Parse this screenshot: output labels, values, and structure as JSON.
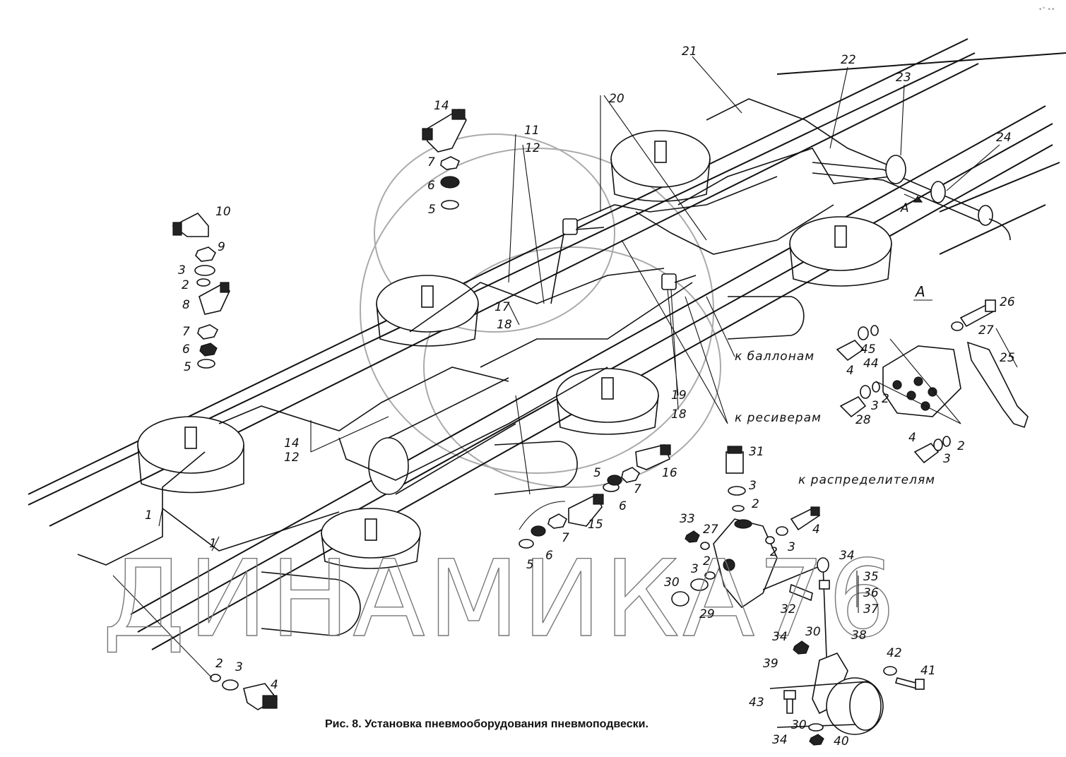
{
  "caption": "Рис. 8. Установка пневмооборудования пневмоподвески.",
  "watermark": "ДИНАМИКА76",
  "corner_mark": "•° ••",
  "view_label": "A",
  "arrow_label": "A",
  "directions": {
    "to_cylinders": "к баллонам",
    "to_receivers": "к ресиверам",
    "to_distributors": "к распределителям"
  },
  "labels": [
    {
      "id": "l14a",
      "text": "14"
    },
    {
      "id": "l7a",
      "text": "7"
    },
    {
      "id": "l6a",
      "text": "6"
    },
    {
      "id": "l5a",
      "text": "5"
    },
    {
      "id": "l10",
      "text": "10"
    },
    {
      "id": "l9",
      "text": "9"
    },
    {
      "id": "l3a",
      "text": "3"
    },
    {
      "id": "l2a",
      "text": "2"
    },
    {
      "id": "l8",
      "text": "8"
    },
    {
      "id": "l7b",
      "text": "7"
    },
    {
      "id": "l6b",
      "text": "6"
    },
    {
      "id": "l5b",
      "text": "5"
    },
    {
      "id": "l11",
      "text": "11"
    },
    {
      "id": "l12a",
      "text": "12"
    },
    {
      "id": "l20",
      "text": "20"
    },
    {
      "id": "l21",
      "text": "21"
    },
    {
      "id": "l22",
      "text": "22"
    },
    {
      "id": "l23",
      "text": "23"
    },
    {
      "id": "l24",
      "text": "24"
    },
    {
      "id": "l17",
      "text": "17"
    },
    {
      "id": "l18a",
      "text": "18"
    },
    {
      "id": "l19",
      "text": "19"
    },
    {
      "id": "l18b",
      "text": "18"
    },
    {
      "id": "l14b",
      "text": "14"
    },
    {
      "id": "l12b",
      "text": "12"
    },
    {
      "id": "l1a",
      "text": "1"
    },
    {
      "id": "l1b",
      "text": "1"
    },
    {
      "id": "l2b",
      "text": "2"
    },
    {
      "id": "l3b",
      "text": "3"
    },
    {
      "id": "l4a",
      "text": "4"
    },
    {
      "id": "l26",
      "text": "26"
    },
    {
      "id": "l27a",
      "text": "27"
    },
    {
      "id": "l25",
      "text": "25"
    },
    {
      "id": "l45",
      "text": "45"
    },
    {
      "id": "l44",
      "text": "44"
    },
    {
      "id": "l4b",
      "text": "4"
    },
    {
      "id": "l2c",
      "text": "2"
    },
    {
      "id": "l3c",
      "text": "3"
    },
    {
      "id": "l28",
      "text": "28"
    },
    {
      "id": "l4c",
      "text": "4"
    },
    {
      "id": "l3d",
      "text": "3"
    },
    {
      "id": "l2d",
      "text": "2"
    },
    {
      "id": "l5c",
      "text": "5"
    },
    {
      "id": "l16",
      "text": "16"
    },
    {
      "id": "l7c",
      "text": "7"
    },
    {
      "id": "l6c",
      "text": "6"
    },
    {
      "id": "l15",
      "text": "15"
    },
    {
      "id": "l7d",
      "text": "7"
    },
    {
      "id": "l6d",
      "text": "6"
    },
    {
      "id": "l5d",
      "text": "5"
    },
    {
      "id": "l31",
      "text": "31"
    },
    {
      "id": "l3e",
      "text": "3"
    },
    {
      "id": "l2e",
      "text": "2"
    },
    {
      "id": "l4d",
      "text": "4"
    },
    {
      "id": "l3f",
      "text": "3"
    },
    {
      "id": "l2f",
      "text": "2"
    },
    {
      "id": "l33",
      "text": "33"
    },
    {
      "id": "l27b",
      "text": "27"
    },
    {
      "id": "l2g",
      "text": "2"
    },
    {
      "id": "l3g",
      "text": "3"
    },
    {
      "id": "l30a",
      "text": "30"
    },
    {
      "id": "l29",
      "text": "29"
    },
    {
      "id": "l32",
      "text": "32"
    },
    {
      "id": "l34a",
      "text": "34"
    },
    {
      "id": "l35",
      "text": "35"
    },
    {
      "id": "l36",
      "text": "36"
    },
    {
      "id": "l37",
      "text": "37"
    },
    {
      "id": "l30b",
      "text": "30"
    },
    {
      "id": "l34b",
      "text": "34"
    },
    {
      "id": "l38",
      "text": "38"
    },
    {
      "id": "l39",
      "text": "39"
    },
    {
      "id": "l42",
      "text": "42"
    },
    {
      "id": "l41",
      "text": "41"
    },
    {
      "id": "l43",
      "text": "43"
    },
    {
      "id": "l30c",
      "text": "30"
    },
    {
      "id": "l34c",
      "text": "34"
    },
    {
      "id": "l40",
      "text": "40"
    }
  ]
}
